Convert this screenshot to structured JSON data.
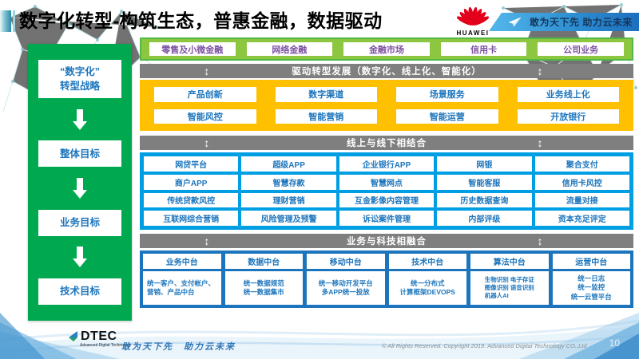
{
  "colors": {
    "sidebar_green": "#00A94F",
    "band_light_green": "#8DC63F",
    "band_yellow": "#FFC000",
    "band_cyan": "#009FE3",
    "band_dark_blue": "#1C75BC",
    "bar_gray": "#7F7F7F",
    "text_blue": "#1C75BC",
    "text_purple": "#7C51A1",
    "huawei_red": "#E2001A",
    "banner_blue": "#2E8FD2"
  },
  "icons": {
    "updown_arrow": "↕",
    "down_arrow": "css-shape",
    "paper_plane": "svg-shape",
    "huawei_flower": "svg-shape",
    "dtec_arrow": "svg-shape"
  },
  "header": {
    "title": "数字化转型-构筑生态，普惠金融，数据驱动",
    "huawei_logo_text": "HUAWEI",
    "banner_tagline": "敢为天下先 助力云未来"
  },
  "sidebar": {
    "items": [
      "“数字化”\n转型战略",
      "整体目标",
      "业务目标",
      "技术目标"
    ]
  },
  "main": {
    "business_lines": [
      "零售及小微金融",
      "网络金融",
      "金融市场",
      "信用卡",
      "公司业务"
    ],
    "flow_bars": [
      "驱动转型发展（数字化、线上化、智能化）",
      "线上与线下相结合",
      "业务与科技相融合"
    ],
    "capabilities": [
      "产品创新",
      "数字渠道",
      "场景服务",
      "业务线上化",
      "智能风控",
      "智能营销",
      "智能运营",
      "开放银行"
    ],
    "applications": [
      "网贷平台",
      "超级APP",
      "企业银行APP",
      "网银",
      "聚合支付",
      "商户APP",
      "智慧存款",
      "智慧网点",
      "智能客服",
      "信用卡风控",
      "传统贷款风控",
      "理财营销",
      "互金影像内容管理",
      "历史数据查询",
      "流量对接",
      "互联网综合营销",
      "风险管理及预警",
      "诉讼案件管理",
      "内部评级",
      "资本充足评定"
    ],
    "platforms": [
      {
        "title": "业务中台",
        "detail": "统一客户、支付帐户、营销、产品中台"
      },
      {
        "title": "数据中台",
        "detail": "统一数据规范\n统一数据集市"
      },
      {
        "title": "移动中台",
        "detail": "统一移动开发平台\n多APP统一投放"
      },
      {
        "title": "技术中台",
        "detail": "统一分布式\n计算框架DEVOPS"
      },
      {
        "title": "算法中台",
        "detail": "生物识别 电子存证\n图像识别 语音识别\n机器人AI"
      },
      {
        "title": "运营中台",
        "detail": "统一日志\n统一监控\n统一云管平台"
      }
    ]
  },
  "footer": {
    "logo_text": "DTEC",
    "logo_subtext": "Advanced Digital Technology",
    "tagline": "敢为天下先　助力云未来",
    "copyright": "© All Rights Reserved. Copyright 2019. Advanced Digital Technology CO.,Ltd",
    "page_number": "10"
  }
}
